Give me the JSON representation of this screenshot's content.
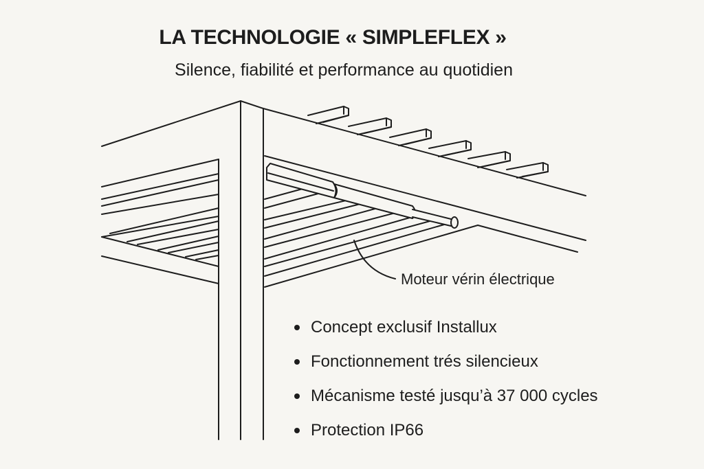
{
  "header": {
    "title": "LA TECHNOLOGIE « SIMPLEFLEX »",
    "subtitle": "Silence, fiabilité et performance au quotidien"
  },
  "illustration": {
    "subject": "pergola-corner-with-actuator",
    "callout_label": "Moteur vérin électrique"
  },
  "features": [
    {
      "label": "Concept exclusif Installux"
    },
    {
      "label": "Fonctionnement trés silencieux"
    },
    {
      "label": "Mécanisme testé jusqu’à 37 000 cycles"
    },
    {
      "label": "Protection IP66"
    }
  ],
  "colors": {
    "background": "#f7f6f2",
    "ink": "#1d1d1d"
  }
}
